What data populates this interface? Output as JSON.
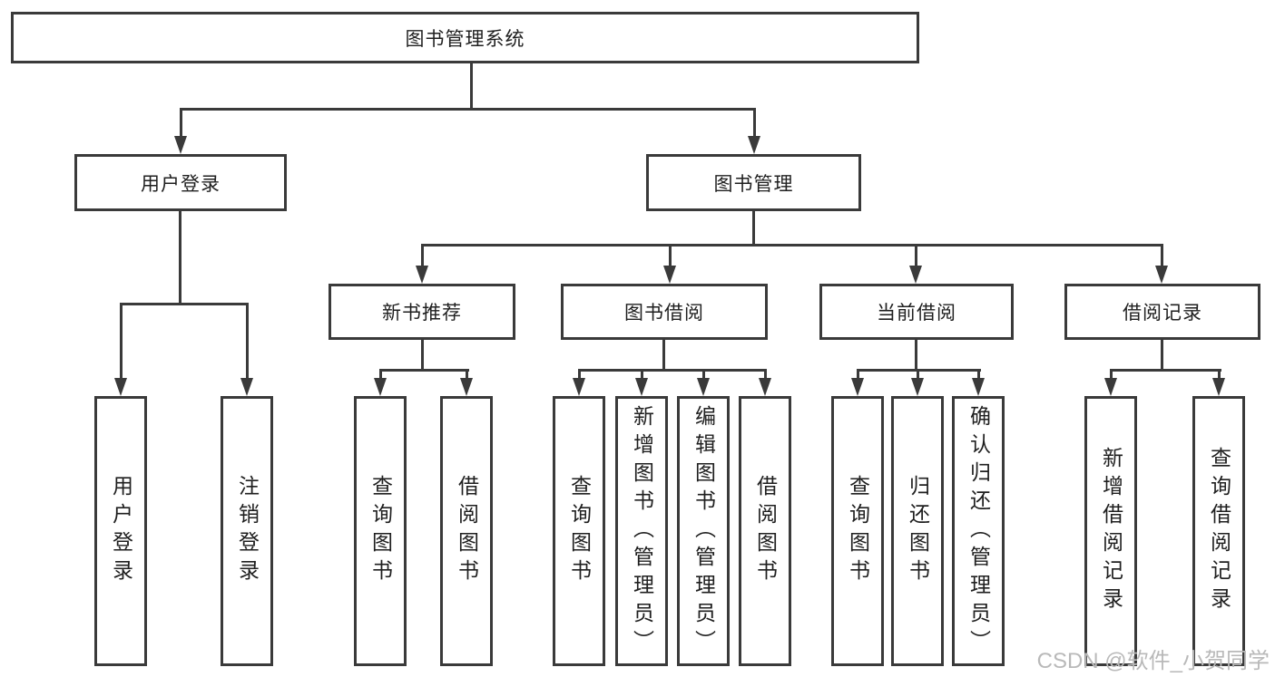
{
  "colors": {
    "line": "#3a3a3a",
    "text": "#1f1f1f",
    "watermark": "#b9b9b9",
    "bg": "#ffffff"
  },
  "root": {
    "label": "图书管理系统"
  },
  "branches": {
    "user_login": {
      "label": "用户登录",
      "leaves": [
        "用户登录",
        "注销登录"
      ]
    },
    "book_management": {
      "label": "图书管理"
    },
    "new_book_recommend": {
      "label": "新书推荐",
      "leaves": [
        "查询图书",
        "借阅图书"
      ]
    },
    "book_borrow": {
      "label": "图书借阅",
      "leaves": [
        "查询图书",
        "新增图书（管理员）",
        "编辑图书（管理员）",
        "借阅图书"
      ]
    },
    "current_borrow": {
      "label": "当前借阅",
      "leaves": [
        "查询图书",
        "归还图书",
        "确认归还（管理员）"
      ]
    },
    "borrow_records": {
      "label": "借阅记录",
      "leaves": [
        "新增借阅记录",
        "查询借阅记录"
      ]
    }
  },
  "watermark": "CSDN @软件_小贺同学"
}
